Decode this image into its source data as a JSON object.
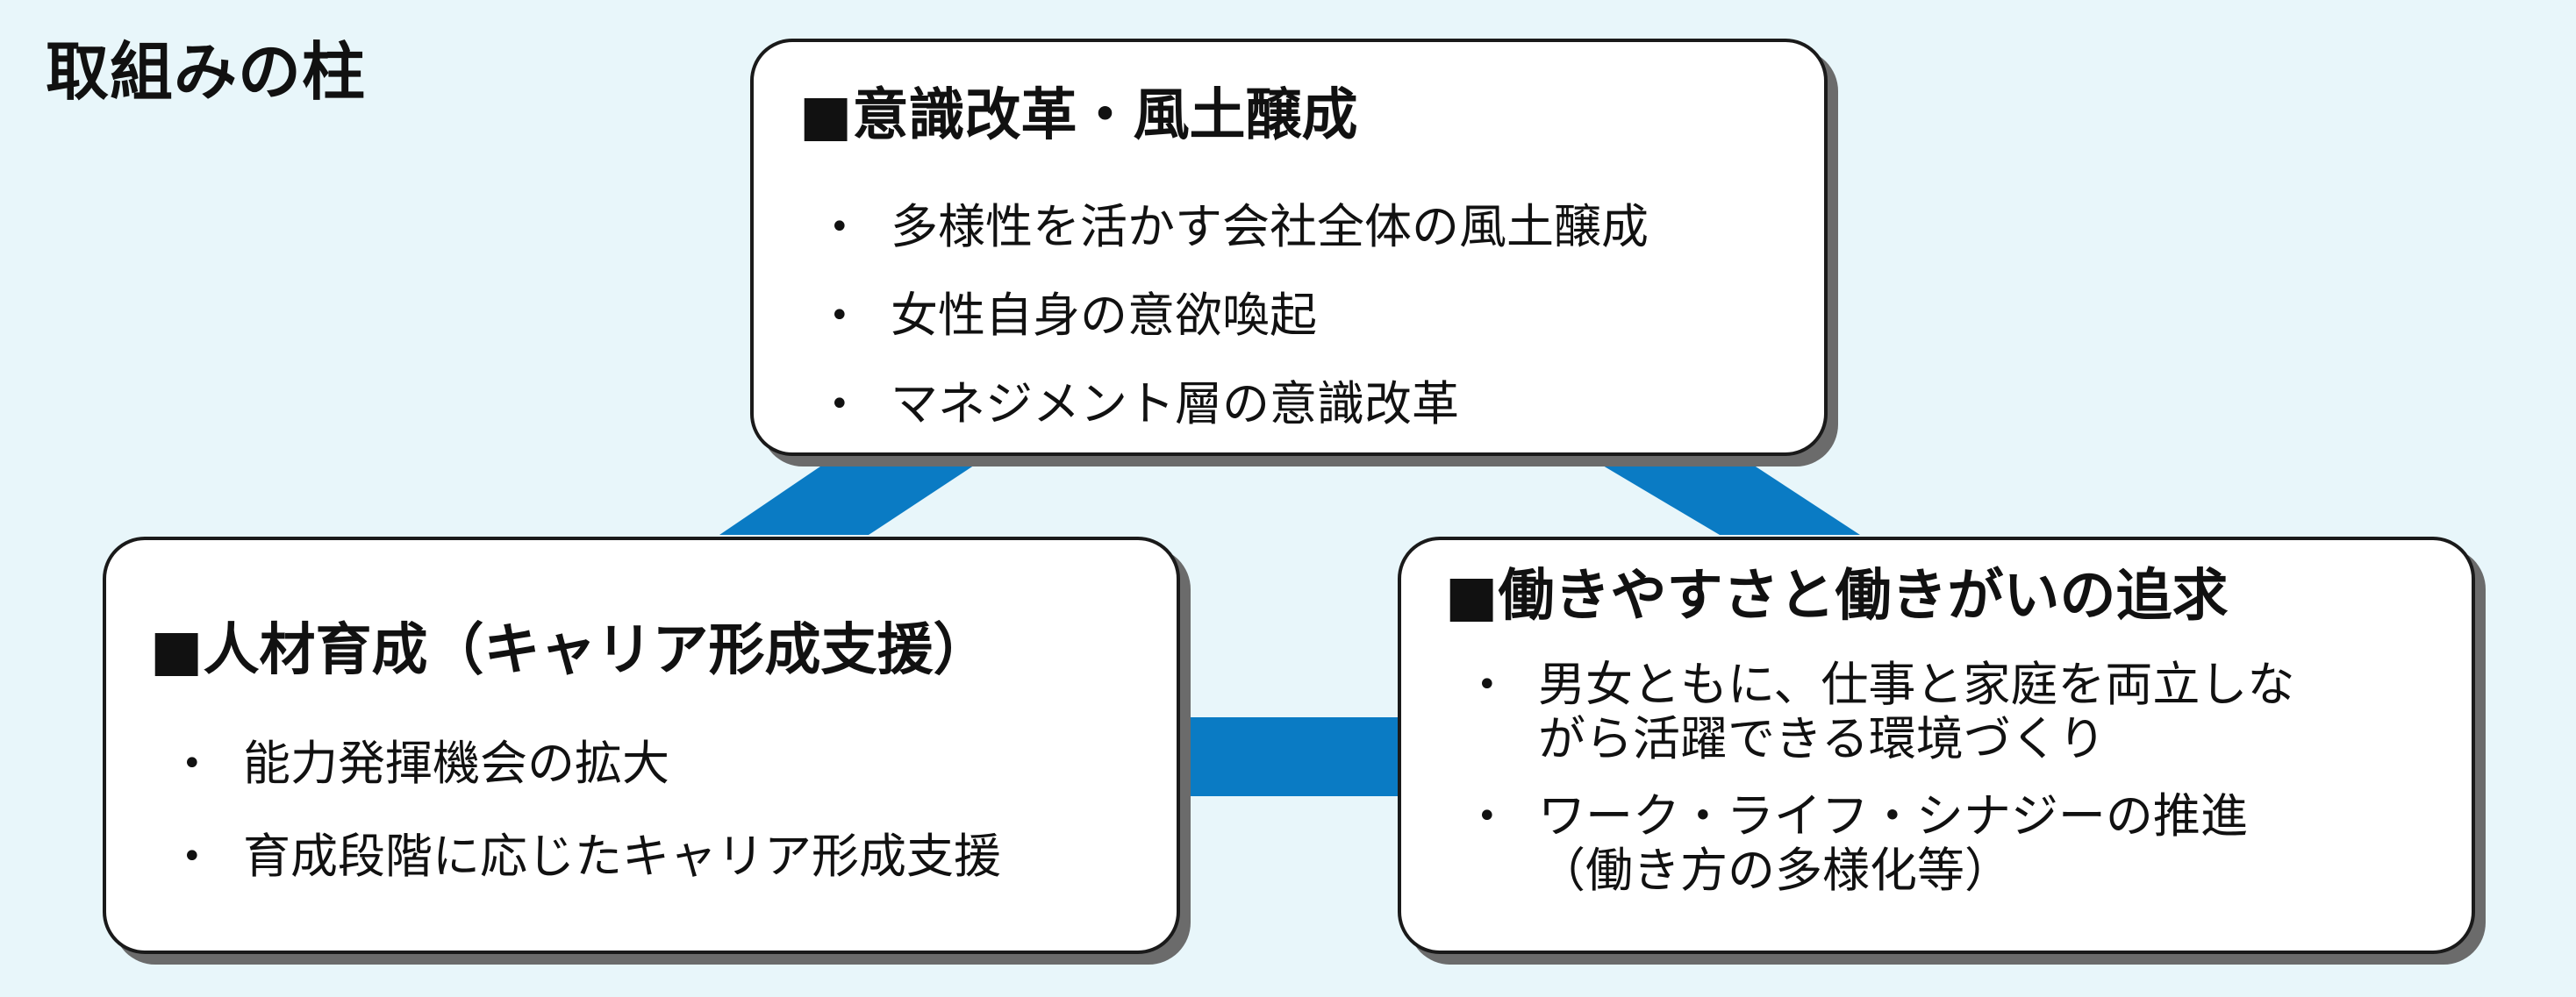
{
  "title": "取組みの柱",
  "colors": {
    "background": "#e8f6fa",
    "connector": "#0a7bc4",
    "card": "#ffffff",
    "card_border": "#1a1a1a",
    "shadow": "#6b6b6b"
  },
  "pillars": {
    "culture": {
      "title": "■意識改革・風土醸成",
      "items": [
        "多様性を活かす会社全体の風土醸成",
        "女性自身の意欲喚起",
        "マネジメント層の意識改革"
      ]
    },
    "talent": {
      "title": "■人材育成（キャリア形成支援）",
      "items": [
        "能力発揮機会の拡大",
        "育成段階に応じたキャリア形成支援"
      ]
    },
    "worklife": {
      "title": "■働きやすさと働きがいの追求",
      "items": [
        [
          "男女ともに、仕事と家庭を両立しな",
          "がら活躍できる環境づくり"
        ],
        [
          "ワーク・ライフ・シナジーの推進",
          "（働き方の多様化等）"
        ]
      ]
    }
  }
}
